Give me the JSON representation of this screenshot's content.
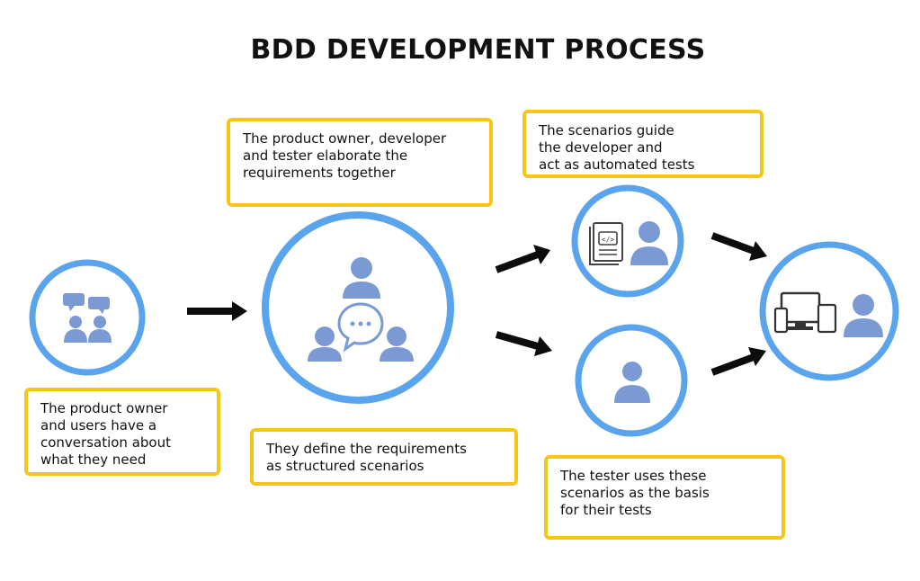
{
  "title": "BDD DEVELOPMENT PROCESS",
  "colors": {
    "circle": "#5aa4ee",
    "icon": "#7b9ad3",
    "note_border": "#f5c518",
    "arrow": "#0c0c0c"
  },
  "notes": [
    {
      "id": "conversation",
      "text": "The product owner\nand users have a\nconversation  about\nwhat they need"
    },
    {
      "id": "elaborate",
      "text": "The product owner, developer\nand tester elaborate the\nrequirements together"
    },
    {
      "id": "define",
      "text": "They define the requirements\nas structured scenarios"
    },
    {
      "id": "guide",
      "text": "The scenarios guide\nthe developer and\nact as automated tests"
    },
    {
      "id": "tester",
      "text": "The tester uses these\nscenarios as the basis\nfor their tests"
    }
  ],
  "nodes": [
    {
      "id": "stakeholders",
      "icon": "people-chat-icon"
    },
    {
      "id": "collaboration",
      "icon": "team-conversation-icon"
    },
    {
      "id": "developer",
      "icon": "developer-code-icon"
    },
    {
      "id": "tester",
      "icon": "person-icon"
    },
    {
      "id": "product",
      "icon": "devices-user-icon"
    }
  ]
}
